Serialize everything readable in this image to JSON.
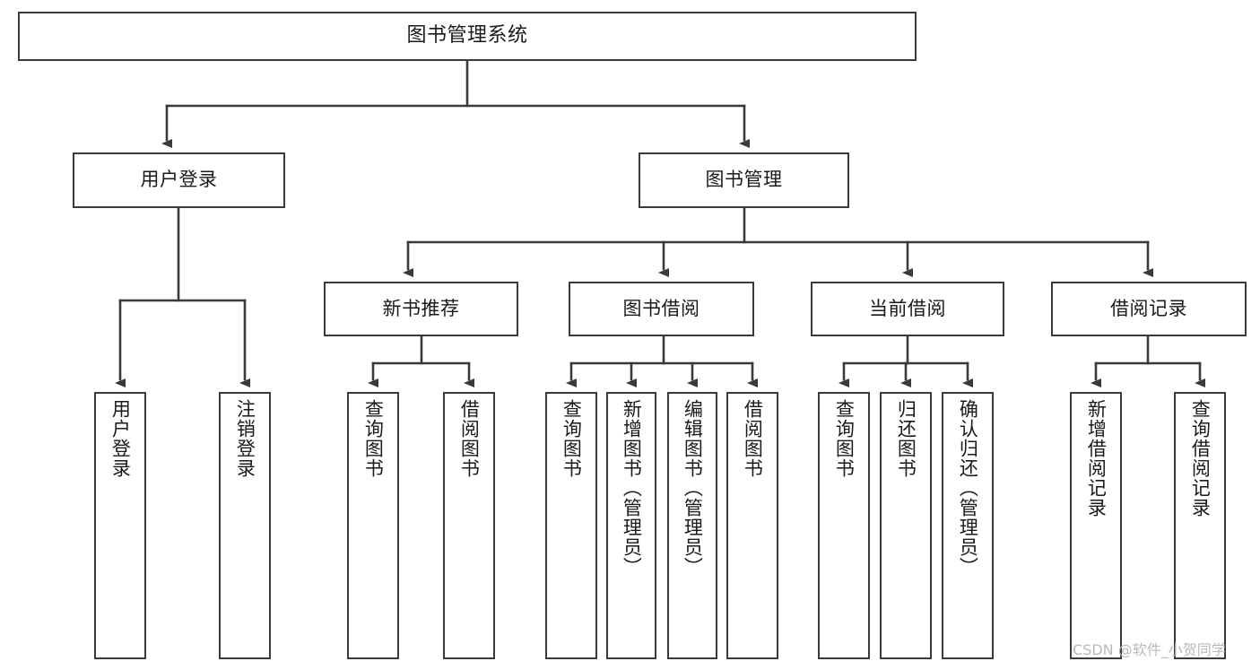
{
  "diagram": {
    "type": "tree-hierarchy-chart",
    "title": "图书管理系统",
    "orientation": "top-down",
    "box_border_color": "#3a3a3a",
    "box_fill_color": "#ffffff",
    "connector_color": "#3a3a3a",
    "background_color": "#ffffff"
  },
  "nodes": {
    "root": {
      "label": "图书管理系统",
      "level": 1
    },
    "level2": [
      {
        "id": "user-login",
        "label": "用户登录"
      },
      {
        "id": "book-management",
        "label": "图书管理"
      }
    ],
    "level3": [
      {
        "id": "new-book-recommend",
        "label": "新书推荐"
      },
      {
        "id": "book-borrow",
        "label": "图书借阅"
      },
      {
        "id": "current-borrow",
        "label": "当前借阅"
      },
      {
        "id": "borrow-record",
        "label": "借阅记录"
      }
    ],
    "leaves": {
      "user_login": [
        {
          "id": "leaf-user-login",
          "label": "用户登录"
        },
        {
          "id": "leaf-logout-login",
          "label": "注销登录"
        }
      ],
      "new_book_recommend": [
        {
          "id": "leaf-query-book-1",
          "label": "查询图书"
        },
        {
          "id": "leaf-borrow-book-1",
          "label": "借阅图书"
        }
      ],
      "book_borrow": [
        {
          "id": "leaf-query-book-2",
          "label": "查询图书"
        },
        {
          "id": "leaf-add-book",
          "label": "新增图书（管理员）"
        },
        {
          "id": "leaf-edit-book",
          "label": "编辑图书（管理员）"
        },
        {
          "id": "leaf-borrow-book-2",
          "label": "借阅图书"
        }
      ],
      "current_borrow": [
        {
          "id": "leaf-query-book-3",
          "label": "查询图书"
        },
        {
          "id": "leaf-return-book",
          "label": "归还图书"
        },
        {
          "id": "leaf-confirm-return",
          "label": "确认归还（管理员）"
        }
      ],
      "borrow_record": [
        {
          "id": "leaf-add-borrow-record",
          "label": "新增借阅记录"
        },
        {
          "id": "leaf-query-borrow-record",
          "label": "查询借阅记录"
        }
      ]
    }
  },
  "watermark": {
    "text": "CSDN @软件_小贺同学",
    "color": "#b9b9b9"
  }
}
